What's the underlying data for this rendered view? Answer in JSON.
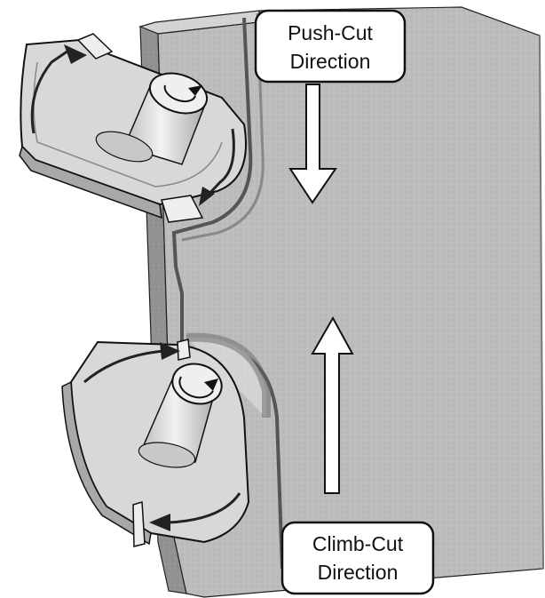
{
  "labels": {
    "push_cut_line1": "Push-Cut",
    "push_cut_line2": "Direction",
    "climb_cut_line1": "Climb-Cut",
    "climb_cut_line2": "Direction"
  },
  "colors": {
    "board_face": "#b9b9b9",
    "board_side": "#8e8e8e",
    "board_top": "#d2d2d2",
    "cutter_body": "#d9d9d9",
    "arrow_fill": "#ffffff",
    "outline": "#111111"
  }
}
